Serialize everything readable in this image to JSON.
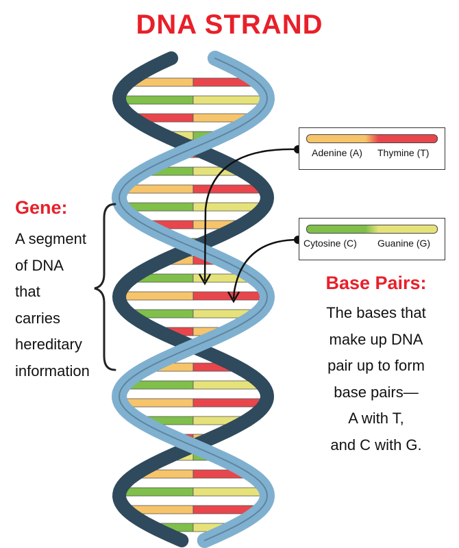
{
  "title": "DNA STRAND",
  "gene": {
    "heading": "Gene:",
    "lines": [
      "A segment",
      "of DNA",
      "that",
      "carries",
      "hereditary",
      "information"
    ]
  },
  "base_pairs": {
    "heading": "Base Pairs:",
    "lines": [
      "The bases that",
      "make up DNA",
      "pair up to form",
      "base pairs—",
      "A with T,",
      "and C with G."
    ]
  },
  "legend": {
    "at": {
      "label_a": "Adenine (A)",
      "label_b": "Thymine (T)",
      "color_a": "#f6c46a",
      "color_b": "#e8464c"
    },
    "cg": {
      "label_a": "Cytosine (C)",
      "label_b": "Guanine (G)",
      "color_a": "#7fbf4a",
      "color_b": "#e6e27a"
    }
  },
  "colors": {
    "accent": "#e8202a",
    "backbone_front": "#7fb0cf",
    "backbone_back": "#2f4a5c",
    "adenine": "#f6c46a",
    "thymine": "#e8464c",
    "cytosine": "#7fbf4a",
    "guanine": "#e6e27a"
  },
  "icons": [
    "gene-brace-icon",
    "pointer-arrow-icon",
    "dna-helix-icon"
  ]
}
